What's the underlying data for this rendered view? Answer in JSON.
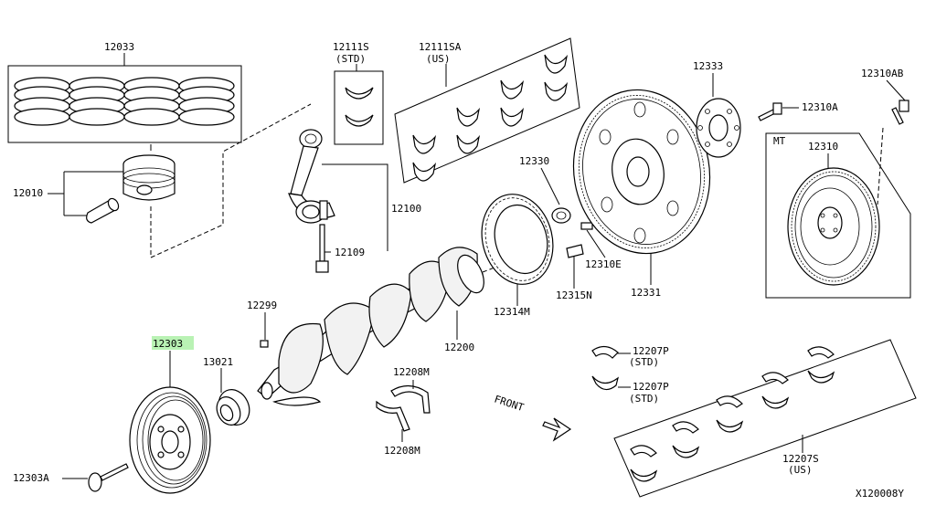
{
  "labels": {
    "p12033": "12033",
    "p12010": "12010",
    "p12111s": "12111S",
    "std1": "(STD)",
    "p12111sa": "12111SA",
    "us1": "(US)",
    "p12100": "12100",
    "p12109": "12109",
    "p12330": "12330",
    "p12333": "12333",
    "p12310a": "12310A",
    "p12310ab": "12310AB",
    "mt": "MT",
    "p12310": "12310",
    "p12310e": "12310E",
    "p12315n": "12315N",
    "p12331": "12331",
    "p12314m": "12314M",
    "p12299": "12299",
    "p12303": "12303",
    "p13021": "13021",
    "p12200": "12200",
    "p12208m": "12208M",
    "p12208m_b": "12208M",
    "p12207p_a": "12207P",
    "std2": "(STD)",
    "p12207p_b": "12207P",
    "std3": "(STD)",
    "front": "FRONT",
    "p12207s": "12207S",
    "us2": "(US)",
    "p12303a": "12303A",
    "code": "X120008Y"
  },
  "highlight_color": "#b9f2b4"
}
